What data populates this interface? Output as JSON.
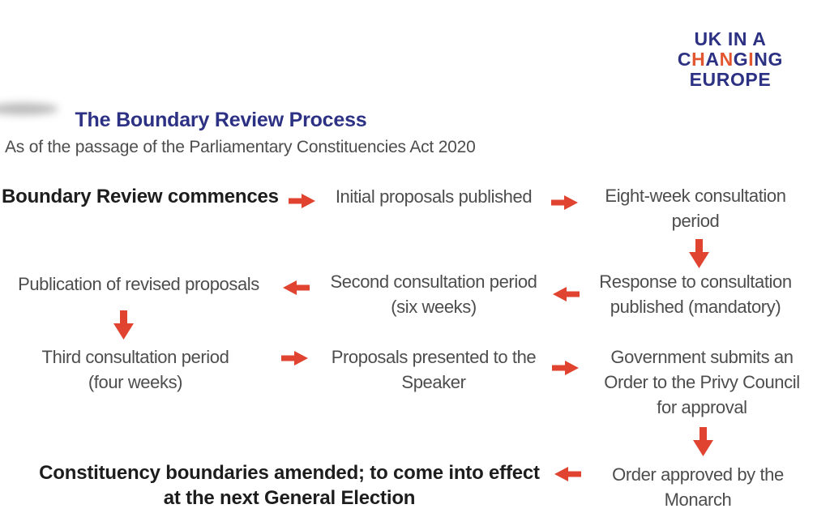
{
  "colors": {
    "navy": "#2d3184",
    "logo_orange": "#e2572f",
    "arrow_red": "#e0432f",
    "text_gray": "#4d4d4d",
    "text_black": "#1d1d1d"
  },
  "logo": {
    "line1": "UK IN A",
    "changing_letters": [
      "C",
      "H",
      "A",
      "N",
      "G",
      "I",
      "N",
      "G"
    ],
    "line3": "EUROPE"
  },
  "header": {
    "title": "The Boundary Review Process",
    "subtitle": "As of the passage of the Parliamentary Constituencies Act 2020"
  },
  "flow": {
    "nodes": {
      "commences": "Boundary Review commences",
      "initial": "Initial proposals published",
      "eight_week": "Eight-week consultation\nperiod",
      "response": "Response to consultation\npublished (mandatory)",
      "second": "Second consultation period\n(six weeks)",
      "revised": "Publication of revised proposals",
      "third": "Third consultation period\n(four weeks)",
      "speaker": "Proposals presented to the\nSpeaker",
      "privy": "Government submits an\nOrder to the Privy Council\nfor approval",
      "monarch": "Order approved by the\nMonarch",
      "amended": "Constituency boundaries amended; to come into effect\nat the next General Election"
    }
  }
}
